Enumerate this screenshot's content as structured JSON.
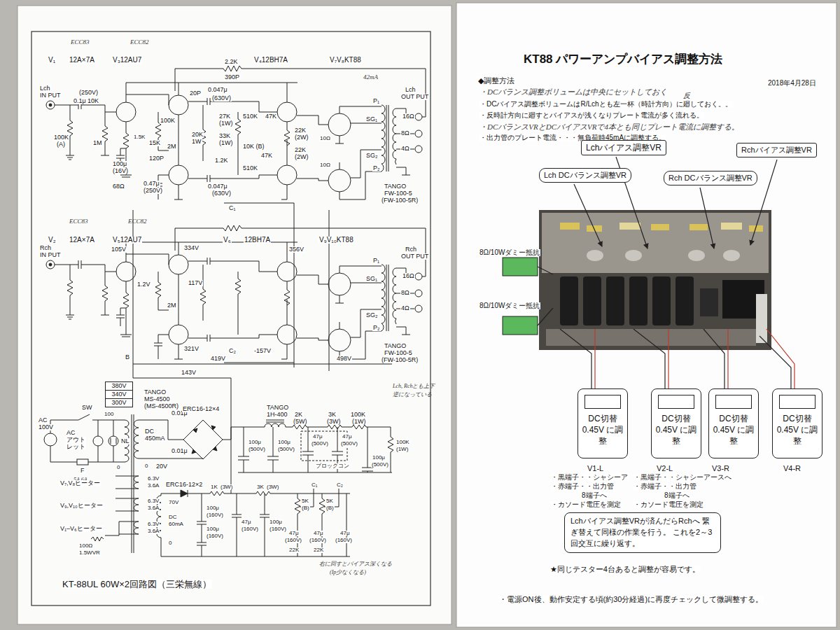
{
  "diagram": {
    "title": "KT88 パワーアンプバイアス調整方法",
    "nodes": [
      {
        "text": [
          "380V",
          "340V",
          "300V"
        ]
      },
      {
        "text": [
          "Lchバイアス調整VR"
        ]
      },
      {
        "text": [
          "Rchバイアス調整VR"
        ]
      },
      {
        "text": [
          "Lch DCバランス調整VR"
        ]
      },
      {
        "text": [
          "Rch DCバランス調整VR"
        ]
      },
      {
        "text": [
          "DC切替 0.45V に調整"
        ]
      },
      {
        "text": [
          "DC切替 0.45V に調整"
        ]
      },
      {
        "text": [
          "DC切替 0.45V に調整"
        ]
      },
      {
        "text": [
          "DC切替 0.45V に調整"
        ]
      },
      {
        "text": [
          "Lchバイアス調整VRが済んだらRchへ 繋ぎ替えて同様の作業を行う。 これを2～3回交互に繰り返す。"
        ]
      }
    ],
    "labels": [
      "ECC83",
      "ECC82",
      "V₁",
      "12A×7A",
      "V₃12AU7",
      "2.2K",
      "390P",
      "V₄12BH7A",
      "V₇V₈KT88",
      "Lch",
      "IN PUT",
      "(250V)",
      "0.1μ",
      "10K",
      "100K",
      "(A)",
      "1M",
      "1.5K",
      "100μ",
      "(16V)",
      "68Ω",
      "100K",
      "15K",
      "120P",
      "2M",
      "0.47μ",
      "(250V)",
      "20P",
      "0.047μ",
      "(630V)",
      "27K",
      "(1W)",
      "20K",
      "1W",
      "33K",
      "(1W)",
      "1.2K",
      "0.047μ",
      "(630V)",
      "C₁",
      "510K",
      "47K",
      "10K (B)",
      "47K",
      "510K",
      "22K",
      "(2W)",
      "22K",
      "(2W)",
      "42mA",
      "10Ω",
      "10Ω",
      "P₁",
      "SG₁",
      "SG₂",
      "P₂",
      "Lch",
      "OUT PUT",
      "16Ω",
      "8Ω",
      "4Ω",
      "TANGO",
      "FW-100-5",
      "(FW-100-5R)",
      "ECC83",
      "ECC82",
      "V₂",
      "12A×7A",
      "V₅12AU7",
      "V₆",
      "12BH7A",
      "V₉V₁₀KT88",
      "Rch",
      "IN PUT",
      "105V",
      "1.2V",
      "334V",
      "117V",
      "2M",
      "321V",
      "356V",
      "-157V",
      "419V",
      "498V",
      "C₂",
      "Rch",
      "OUT PUT",
      "P₁",
      "SG₁",
      "16Ω",
      "8Ω",
      "4Ω",
      "SG₂",
      "P₂",
      "TANGO",
      "FW-100-5",
      "(FW-100-5R)",
      "B",
      "143V",
      "TANGO",
      "MS-4500",
      "(MS-4500R)",
      "SW",
      "100",
      "AC",
      "100V",
      "AC",
      "アウト",
      "レット",
      "NL",
      "F",
      "5A 6A",
      "0",
      "DC",
      "450mA",
      "0.01μ",
      "0.01μ",
      "0",
      "20V",
      "ERC16-12×4",
      "TANGO",
      "1H-400",
      "2K",
      "(5W)",
      "3K",
      "(3W)",
      "100K",
      "(1W)",
      "100μ",
      "(500V)",
      "100μ",
      "(500V)",
      "47μ",
      "(500V)",
      "47μ",
      "(500V)",
      "ブロックコン",
      "100μ",
      "(500V)",
      "100K",
      "(1W)",
      "V₇,V₈ヒーター",
      "6.3V",
      "3.6A",
      "V₉,V₁₀ヒーター",
      "6.3V",
      "3.6A",
      "V₁–V₆ヒーター",
      "6.3V",
      "3.6A",
      "100Ω",
      "1.5WVR",
      "ERC16-12×2",
      "70V",
      "DC",
      "60mA",
      "0",
      "1K",
      "(3W)",
      "3K",
      "(3W)",
      "C₁",
      "C₂",
      "100μ",
      "(160V)",
      "100μ",
      "(160V)",
      "47μ",
      "(160V)",
      "100μ",
      "(160V)",
      "5K",
      "(B)",
      "5K",
      "(B)",
      "47μ",
      "(160V)",
      "47μ",
      "(160V)",
      "47μ",
      "(160V)",
      "22K",
      "22K",
      "KT-88UL 60W×2回路図（三栄無線）",
      "Lch, Rchとも上下",
      "逆になっている",
      "右に回すとバイアス深くなる",
      "(Ip少なくなる)",
      "2018年4月28日",
      "◆調整方法",
      "・DCバランス調整ボリュームは中央にセットしておく",
      "・DCバイアス調整ボリュームはR/Lchとも左一杯（時計方向）に廻しておく。。",
      "反",
      "・反時計方向に廻すとバイアスが浅くなりプレート電流が多く流れる。",
      "・DCバランスVRとDCバイアスVRで4本とも同じプレート電流に調整する。",
      "・出力管のプレート電流・・・無負荷時45mAに調整する。",
      "8Ω/10Wダミー抵抗",
      "8Ω/10Wダミー抵抗",
      "V1-L",
      "V2-L",
      "V3-R",
      "V4-R",
      "・黒端子・・シャシーア",
      "・赤端子・・出力管",
      "8端子へ",
      "・カソード電圧を測定",
      "・黒端子・・シャシーアースへ",
      "・赤端子・・出力管",
      "8端子へ",
      "・カソード電圧を測定",
      "★同じテスター4台あると調整が容易です。",
      "・電源ON後、動作安定する頃(約30分経過)に再度チェックして微調整する。"
    ]
  }
}
